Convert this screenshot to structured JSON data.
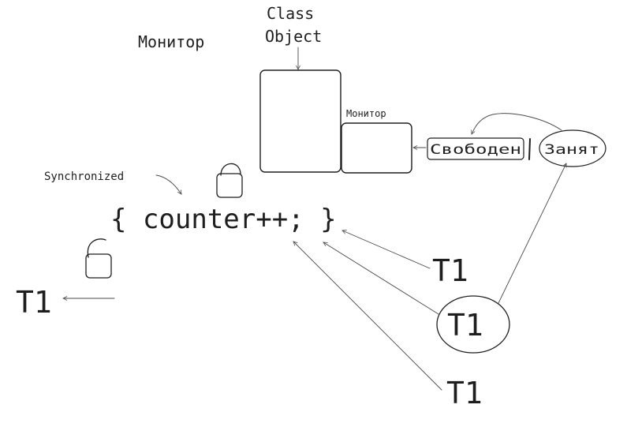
{
  "labels": {
    "monitor_title": "Монитор",
    "class_line1": "Class",
    "class_line2": "Object",
    "monitor_small": "Монитор",
    "free": "Свободен",
    "busy": "Занят",
    "synchronized": "Synchronized",
    "code": "{ counter++; }",
    "thread_top": "T1",
    "thread_center": "T1",
    "thread_bottom": "T1",
    "thread_left": "T1"
  },
  "colors": {
    "ink": "#1e1e1e",
    "arrow": "#4a4a4a",
    "background": "#ffffff"
  },
  "icons": {
    "locked": "padlock-closed-icon",
    "unlocked": "padlock-open-icon"
  }
}
